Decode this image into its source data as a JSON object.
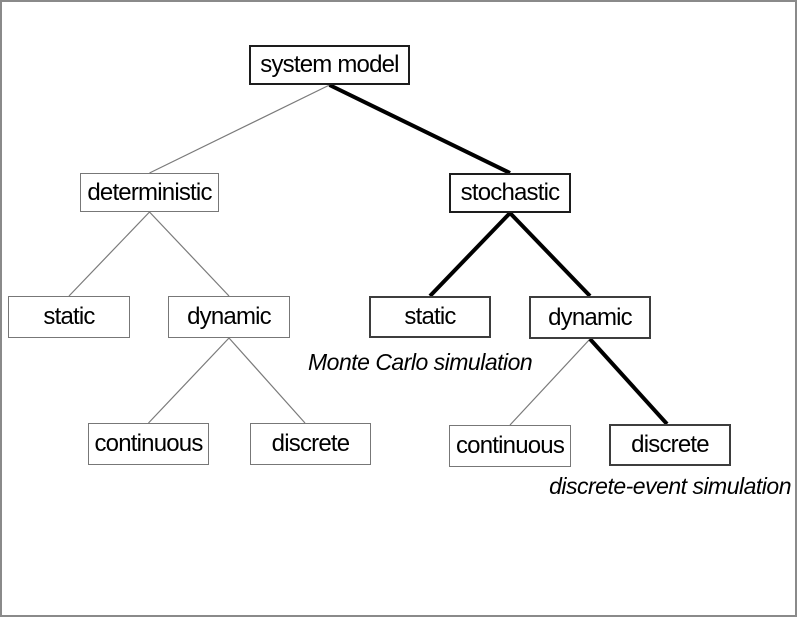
{
  "diagram": {
    "nodes": [
      {
        "id": "system-model",
        "label": "system model"
      },
      {
        "id": "deterministic",
        "label": "deterministic"
      },
      {
        "id": "stochastic",
        "label": "stochastic"
      },
      {
        "id": "det-static",
        "label": "static"
      },
      {
        "id": "det-dynamic",
        "label": "dynamic"
      },
      {
        "id": "det-continuous",
        "label": "continuous"
      },
      {
        "id": "det-discrete",
        "label": "discrete"
      },
      {
        "id": "sto-static",
        "label": "static"
      },
      {
        "id": "sto-dynamic",
        "label": "dynamic"
      },
      {
        "id": "sto-continuous",
        "label": "continuous"
      },
      {
        "id": "sto-discrete",
        "label": "discrete"
      }
    ],
    "edges": [
      {
        "from": "system-model",
        "to": "deterministic",
        "weight": "thin"
      },
      {
        "from": "system-model",
        "to": "stochastic",
        "weight": "bold"
      },
      {
        "from": "deterministic",
        "to": "det-static",
        "weight": "thin"
      },
      {
        "from": "deterministic",
        "to": "det-dynamic",
        "weight": "thin"
      },
      {
        "from": "det-dynamic",
        "to": "det-continuous",
        "weight": "thin"
      },
      {
        "from": "det-dynamic",
        "to": "det-discrete",
        "weight": "thin"
      },
      {
        "from": "stochastic",
        "to": "sto-static",
        "weight": "bold"
      },
      {
        "from": "stochastic",
        "to": "sto-dynamic",
        "weight": "bold"
      },
      {
        "from": "sto-dynamic",
        "to": "sto-continuous",
        "weight": "thin"
      },
      {
        "from": "sto-dynamic",
        "to": "sto-discrete",
        "weight": "bold"
      }
    ],
    "annotations": [
      {
        "id": "monte-carlo",
        "text": "Monte Carlo simulation"
      },
      {
        "id": "discrete-event",
        "text": "discrete-event simulation"
      }
    ],
    "colors": {
      "thin_line": "#7a7a7a",
      "bold_line": "#000000",
      "text": "#000000",
      "background": "#ffffff",
      "frame_border": "#8a8a8a"
    }
  }
}
